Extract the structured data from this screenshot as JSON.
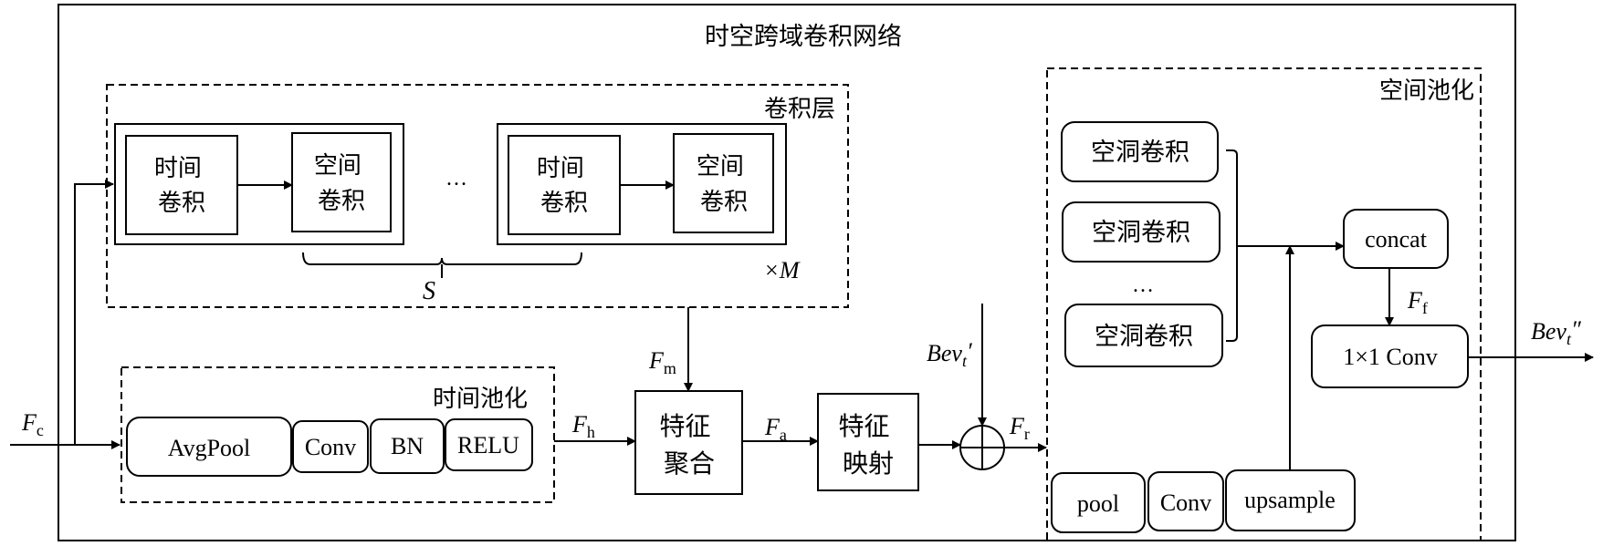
{
  "title": "时空跨域卷积网络",
  "conv_layer": {
    "label": "卷积层",
    "group1": {
      "temporal": [
        "时间",
        "卷积"
      ],
      "spatial": [
        "空间",
        "卷积"
      ]
    },
    "ellipsis": "…",
    "group2": {
      "temporal": [
        "时间",
        "卷积"
      ],
      "spatial": [
        "空间",
        "卷积"
      ]
    },
    "brace_label": "S",
    "repeat_label": "×M"
  },
  "temporal_pool": {
    "label": "时间池化",
    "blocks": [
      "AvgPool",
      "Conv",
      "BN",
      "RELU"
    ]
  },
  "feature_aggregation": [
    "特征",
    "聚合"
  ],
  "feature_mapping": [
    "特征",
    "映射"
  ],
  "spatial_pool": {
    "label": "空间池化",
    "dilated": [
      "空洞卷积",
      "空洞卷积",
      "空洞卷积"
    ],
    "ellipsis": "…",
    "concat": "concat",
    "conv1x1": "1×1 Conv",
    "bottom": [
      "pool",
      "Conv",
      "upsample"
    ]
  },
  "signals": {
    "Fc": {
      "main": "F",
      "sub": "c"
    },
    "Fh": {
      "main": "F",
      "sub": "h"
    },
    "Fm": {
      "main": "F",
      "sub": "m"
    },
    "Fa": {
      "main": "F",
      "sub": "a"
    },
    "Fr": {
      "main": "F",
      "sub": "r"
    },
    "Ff": {
      "main": "F",
      "sub": "f"
    },
    "bev_in": {
      "main": "Bev",
      "sub": "t",
      "prime": "′"
    },
    "bev_out": {
      "main": "Bev",
      "sub": "t",
      "prime": "″"
    }
  }
}
